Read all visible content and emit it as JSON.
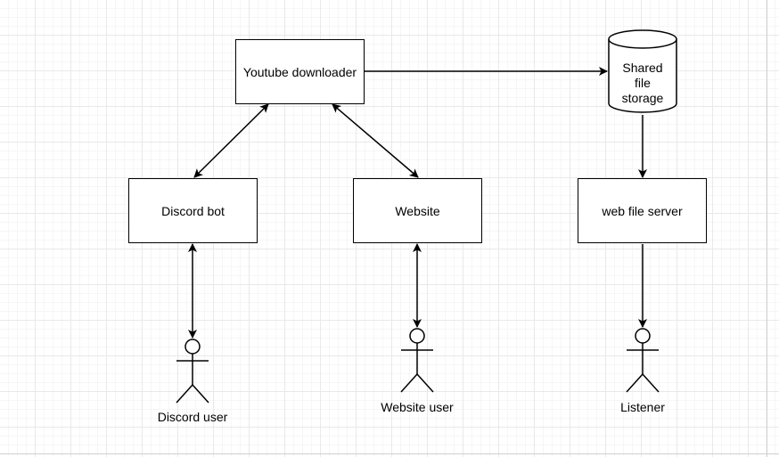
{
  "nodes": {
    "downloader": "Youtube downloader",
    "storage": [
      "Shared",
      "file",
      "storage"
    ],
    "discord_bot": "Discord bot",
    "website": "Website",
    "file_server": "web file server"
  },
  "actors": {
    "discord_user": "Discord user",
    "website_user": "Website user",
    "listener": "Listener"
  },
  "colors": {
    "stroke": "#000000",
    "grid": "#e9e9e9",
    "boundary": "#c8c8c8"
  }
}
